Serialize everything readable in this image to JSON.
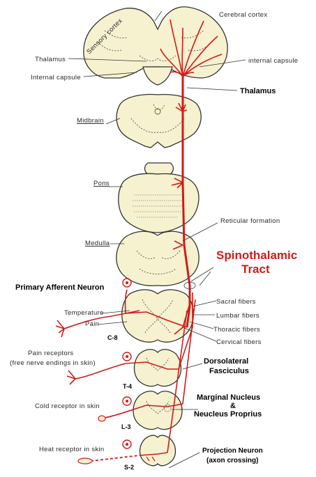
{
  "colors": {
    "tract": "#d21a1a",
    "tissue": "#f6f1cf",
    "outline": "#333333",
    "title": "#d21a1a"
  },
  "labels": {
    "sensory_cortex": "Sensory cortex",
    "cerebral_cortex": "Cerebral cortex",
    "thalamus_left": "Thalamus",
    "internal_capsule_left": "Internal capsule",
    "internal_capsule_right": "internal capsule",
    "thalamus_bold": "Thalamus",
    "midbrain": "Midbrain",
    "pons": "Pons",
    "reticular_formation": "Reticular formation",
    "medulla": "Medulla",
    "tract_title_line1": "Spinothalamic",
    "tract_title_line2": "Tract",
    "primary_afferent": "Primary Afferent Neuron",
    "temperature": "Temperature",
    "pain": "Pain",
    "seg_c8": "C-8",
    "sacral": "Sacral fibers",
    "lumbar": "Lumbar fibers",
    "thoracic": "Thoracic fibers",
    "cervical": "Cervical fibers",
    "pain_receptors_1": "Pain receptors",
    "pain_receptors_2": "(free nerve endings in skin)",
    "dorsolateral_1": "Dorsolateral",
    "dorsolateral_2": "Fasciculus",
    "seg_t4": "T-4",
    "marginal_1": "Marginal Nucleus",
    "marginal_2": "&",
    "marginal_3": "Neucleus Proprius",
    "cold_receptor": "Cold receptor in skin",
    "seg_l3": "L-3",
    "heat_receptor": "Heat receptor in skin",
    "seg_s2": "S-2",
    "projection_1": "Projection Neuron",
    "projection_2": "(axon crossing)"
  }
}
